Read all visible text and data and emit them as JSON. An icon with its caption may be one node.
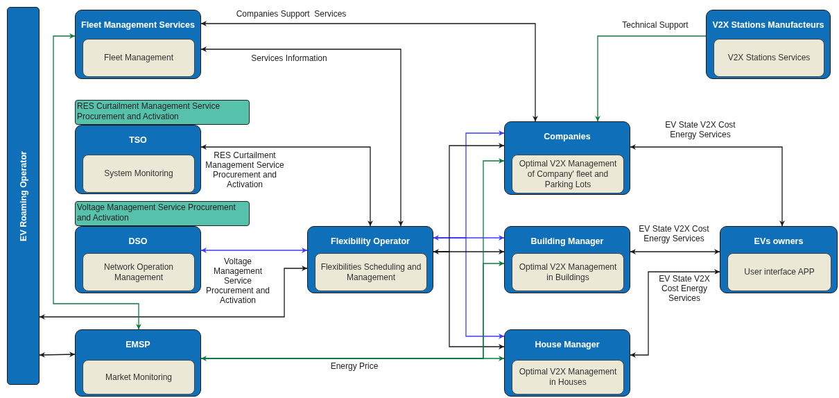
{
  "diagram": {
    "nodes": [
      {
        "text": [
          "EV Roaming Operator"
        ]
      },
      {
        "text": [
          "Fleet Management Services"
        ]
      },
      {
        "text": [
          "Fleet Management"
        ],
        "in": 1
      },
      {
        "text": [
          "V2X Stations Manufacteurs"
        ]
      },
      {
        "text": [
          "V2X Stations Services"
        ],
        "in": 3
      },
      {
        "text": [
          "RES Curtailment Management Service Procurement and Activation"
        ]
      },
      {
        "text": [
          "TSO"
        ]
      },
      {
        "text": [
          "System Monitoring"
        ],
        "in": 6
      },
      {
        "text": [
          "Companies"
        ]
      },
      {
        "text": [
          "Optimal V2X Management of Company' fleet and Parking Lots"
        ],
        "in": 8
      },
      {
        "text": [
          "Voltage Management Service Procurement and Activation"
        ]
      },
      {
        "text": [
          "DSO"
        ]
      },
      {
        "text": [
          "Network Operation Management"
        ],
        "in": 11
      },
      {
        "text": [
          "Flexibility Operator"
        ]
      },
      {
        "text": [
          "Flexibilities Scheduling and Management"
        ],
        "in": 13
      },
      {
        "text": [
          "Building Manager"
        ]
      },
      {
        "text": [
          "Optimal V2X Management in Buildings"
        ],
        "in": 15
      },
      {
        "text": [
          "EVs owners"
        ]
      },
      {
        "text": [
          "User interface APP"
        ],
        "in": 17
      },
      {
        "text": [
          "EMSP"
        ]
      },
      {
        "text": [
          "Market Monitoring"
        ],
        "in": 19
      },
      {
        "text": [
          "House Manager"
        ]
      },
      {
        "text": [
          "Optimal V2X Management in Houses"
        ],
        "in": 21
      }
    ],
    "edges": [
      {
        "from": 8,
        "to": 1,
        "arrow": "both",
        "label": "Companies Support  Services"
      },
      {
        "from": 13,
        "to": 1,
        "arrow": "both",
        "label": "Services Information"
      },
      {
        "from": 3,
        "to": 8,
        "arrow": "to",
        "label": "Technical Support",
        "color": "#0b7a3e"
      },
      {
        "from": 13,
        "to": 6,
        "arrow": "both",
        "label": "RES Curtailment Management Service Procurement and Activation"
      },
      {
        "from": 8,
        "to": 17,
        "arrow": "both",
        "label": "EV State V2X Cost Energy Services"
      },
      {
        "from": 11,
        "to": 13,
        "arrow": "both",
        "label": "Voltage Management Service Procurement and Activation",
        "color": "#3b3bff"
      },
      {
        "from": 13,
        "to": 0,
        "arrow": "both"
      },
      {
        "from": 1,
        "to": 19,
        "arrow": "both",
        "color": "#0b7a3e"
      },
      {
        "from": 0,
        "to": 19,
        "arrow": "both"
      },
      {
        "from": 13,
        "to": 8,
        "arrow": "both",
        "color": "#3b3bff"
      },
      {
        "from": 13,
        "to": 15,
        "arrow": "both",
        "color": "#3b3bff"
      },
      {
        "from": 13,
        "to": 21,
        "arrow": "both",
        "color": "#3b3bff"
      },
      {
        "from": 13,
        "to": 8,
        "arrow": "both"
      },
      {
        "from": 13,
        "to": 15,
        "arrow": "both"
      },
      {
        "from": 13,
        "to": 21,
        "arrow": "both"
      },
      {
        "from": 19,
        "to": 8,
        "arrow": "both",
        "color": "#0b7a3e"
      },
      {
        "from": 19,
        "to": 15,
        "arrow": "both",
        "color": "#0b7a3e"
      },
      {
        "from": 19,
        "to": 21,
        "arrow": "both",
        "label": "Energy Price",
        "color": "#0b7a3e"
      },
      {
        "from": 15,
        "to": 17,
        "arrow": "both",
        "label": "EV State V2X Cost Energy Services"
      },
      {
        "from": 21,
        "to": 17,
        "arrow": "both",
        "label": "EV State V2X Cost Energy Services"
      }
    ]
  }
}
